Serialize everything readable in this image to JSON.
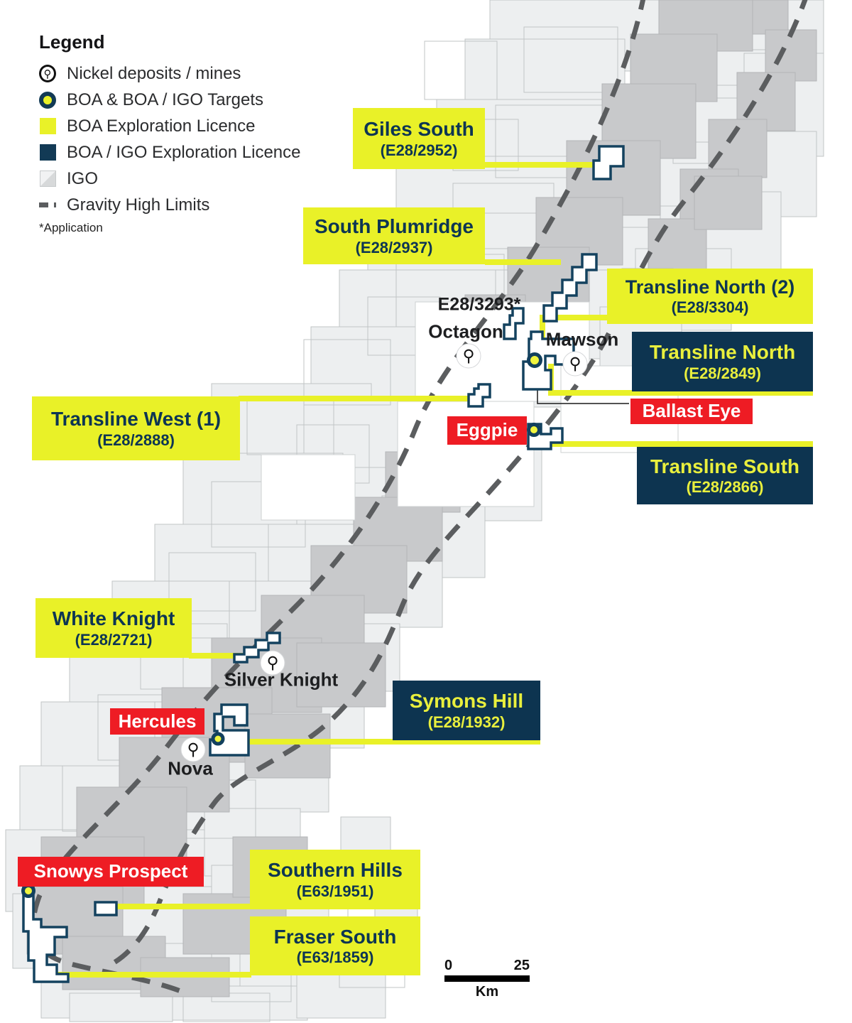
{
  "legend": {
    "title": "Legend",
    "items": [
      {
        "label": "Nickel deposits / mines",
        "icon": "hammer-pick-icon"
      },
      {
        "label": "BOA & BOA / IGO Targets",
        "icon": "target-ring-swatch"
      },
      {
        "label": "BOA Exploration Licence",
        "icon": "yellow-square-swatch"
      },
      {
        "label": "BOA / IGO Exploration Licence",
        "icon": "navy-square-swatch"
      },
      {
        "label": "IGO",
        "icon": "gray-diagonal-swatch"
      },
      {
        "label": "Gravity High Limits",
        "icon": "dashed-line-swatch"
      }
    ],
    "footnote": "*Application"
  },
  "callouts": {
    "giles_south": {
      "name": "Giles South",
      "code": "(E28/2952)"
    },
    "south_plumridge": {
      "name": "South Plumridge",
      "code": "(E28/2937)"
    },
    "transline_north_2": {
      "name": "Transline North (2)",
      "code": "(E28/3304)"
    },
    "transline_north": {
      "name": "Transline North",
      "code": "(E28/2849)"
    },
    "transline_west_1": {
      "name": "Transline West (1)",
      "code": "(E28/2888)"
    },
    "transline_south": {
      "name": "Transline South",
      "code": "(E28/2866)"
    },
    "white_knight": {
      "name": "White Knight",
      "code": "(E28/2721)"
    },
    "symons_hill": {
      "name": "Symons Hill",
      "code": "(E28/1932)"
    },
    "southern_hills": {
      "name": "Southern Hills",
      "code": "(E63/1951)"
    },
    "fraser_south": {
      "name": "Fraser South",
      "code": "(E63/1859)"
    },
    "ballast_eye": {
      "name": "Ballast Eye"
    },
    "eggpie": {
      "name": "Eggpie"
    },
    "hercules": {
      "name": "Hercules"
    },
    "snowys_prospect": {
      "name": "Snowys Prospect"
    }
  },
  "map_labels": {
    "e28_3293": "E28/3293*",
    "octagon": "Octagon",
    "mawson": "Mawson",
    "silver_knight": "Silver Knight",
    "nova": "Nova"
  },
  "scale_bar": {
    "start": "0",
    "end": "25",
    "unit": "Km"
  },
  "colors": {
    "accent_yellow": "#e9f128",
    "navy_box": "#0d3450",
    "navy_outline": "#14425f",
    "red": "#ee1c24",
    "light_tenement": "#edeff0",
    "mid_tenement": "#c8c9cb",
    "gravity_dash": "#5b5d5f"
  }
}
